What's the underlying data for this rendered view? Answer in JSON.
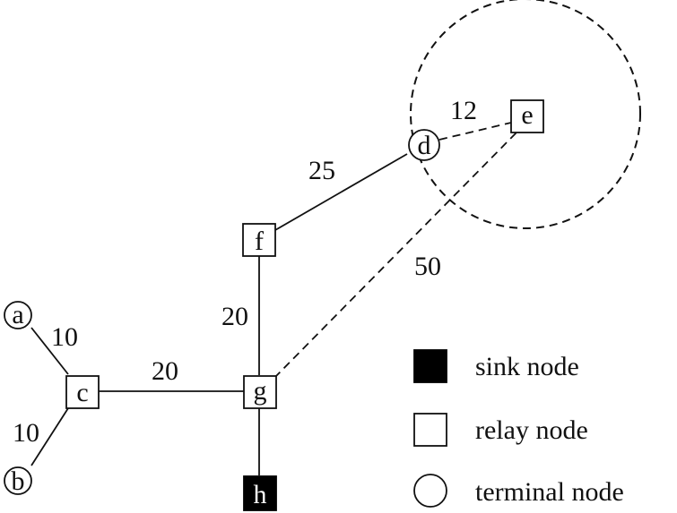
{
  "nodes": {
    "a": {
      "label": "a",
      "type": "terminal"
    },
    "b": {
      "label": "b",
      "type": "terminal"
    },
    "c": {
      "label": "c",
      "type": "relay"
    },
    "d": {
      "label": "d",
      "type": "terminal"
    },
    "e": {
      "label": "e",
      "type": "relay"
    },
    "f": {
      "label": "f",
      "type": "relay"
    },
    "g": {
      "label": "g",
      "type": "relay"
    },
    "h": {
      "label": "h",
      "type": "sink"
    }
  },
  "edges": {
    "a_c": {
      "from": "a",
      "to": "c",
      "weight": "10",
      "style": "solid"
    },
    "b_c": {
      "from": "b",
      "to": "c",
      "weight": "10",
      "style": "solid"
    },
    "c_g": {
      "from": "c",
      "to": "g",
      "weight": "20",
      "style": "solid"
    },
    "f_g": {
      "from": "f",
      "to": "g",
      "weight": "20",
      "style": "solid"
    },
    "f_d": {
      "from": "f",
      "to": "d",
      "weight": "25",
      "style": "solid"
    },
    "d_e": {
      "from": "d",
      "to": "e",
      "weight": "12",
      "style": "dashed"
    },
    "g_e": {
      "from": "g",
      "to": "e",
      "weight": "50",
      "style": "dashed"
    },
    "g_h": {
      "from": "g",
      "to": "h",
      "weight": "",
      "style": "solid"
    }
  },
  "range_circle": {
    "center": "e",
    "style": "dashed"
  },
  "legend": {
    "sink": "sink node",
    "relay": "relay node",
    "terminal": "terminal node"
  },
  "colors": {
    "line": "#111111",
    "sink_fill": "#000000",
    "node_fill": "#ffffff"
  }
}
